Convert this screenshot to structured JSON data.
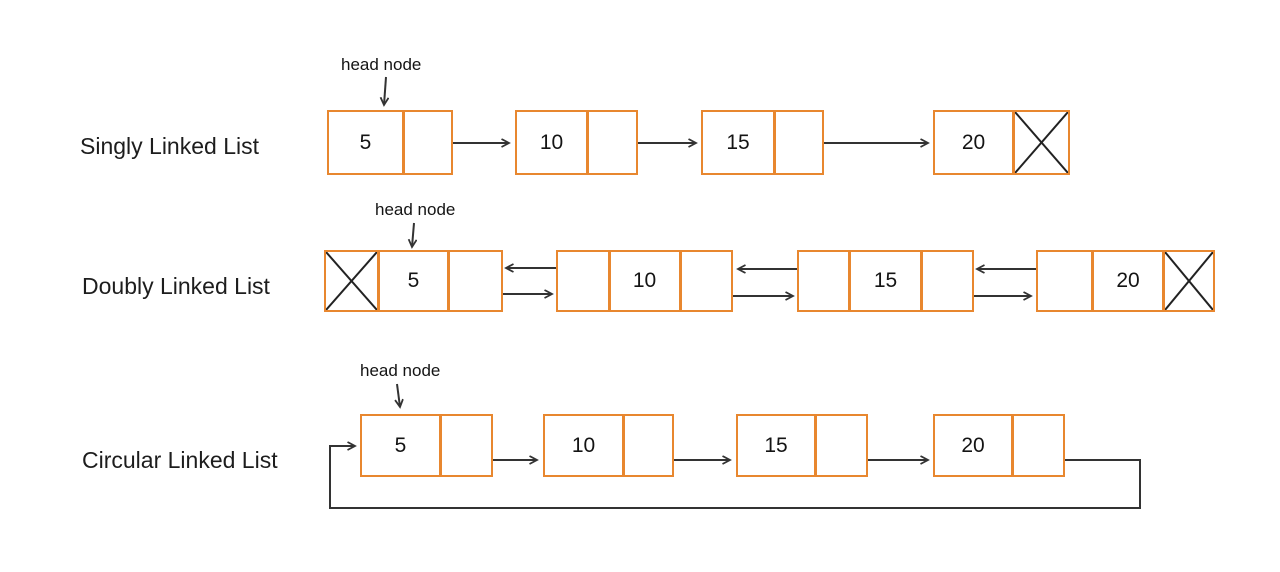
{
  "colors": {
    "node_border": "#E8872F",
    "connector": "#333333",
    "text": "#1D1D1D",
    "background": "#FFFFFF"
  },
  "lists": [
    {
      "label": "Singly Linked List",
      "head_label": "head node",
      "nodes": [
        {
          "value": "5"
        },
        {
          "value": "10"
        },
        {
          "value": "15"
        },
        {
          "value": "20",
          "next": "null"
        }
      ]
    },
    {
      "label": "Doubly Linked List",
      "head_label": "head node",
      "nodes": [
        {
          "prev": "null",
          "value": "5"
        },
        {
          "value": "10"
        },
        {
          "value": "15"
        },
        {
          "value": "20",
          "next": "null"
        }
      ]
    },
    {
      "label": "Circular Linked List",
      "head_label": "head node",
      "nodes": [
        {
          "value": "5"
        },
        {
          "value": "10"
        },
        {
          "value": "15"
        },
        {
          "value": "20",
          "next": "head"
        }
      ]
    }
  ]
}
